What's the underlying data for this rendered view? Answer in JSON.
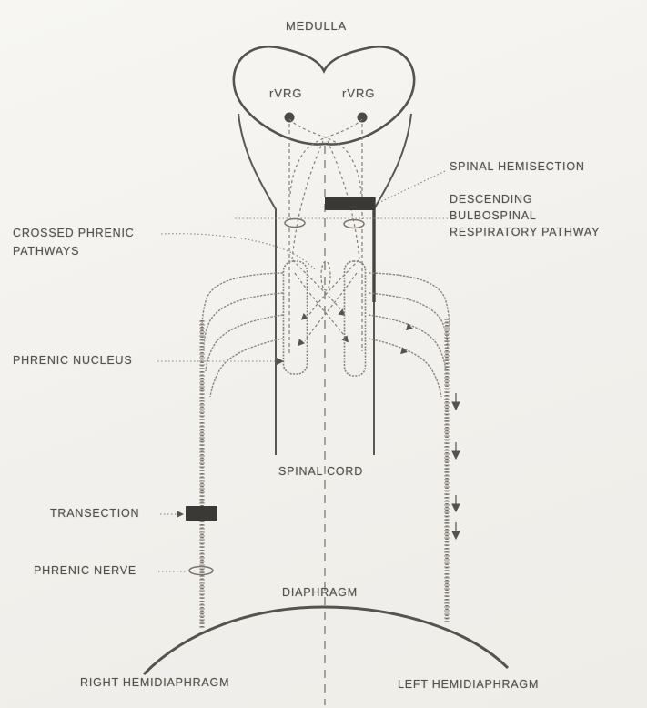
{
  "figure": {
    "type": "anatomical-schematic",
    "subject": "crossed phrenic pathways after spinal hemisection",
    "labels": {
      "medulla": "MEDULLA",
      "rvrg_left": "rVRG",
      "rvrg_right": "rVRG",
      "spinal_hemisection": "SPINAL HEMISECTION",
      "descending_pathway": "DESCENDING\nBULBOSPINAL\nRESPIRATORY PATHWAY",
      "crossed_phrenic": "CROSSED PHRENIC\nPATHWAYS",
      "phrenic_nucleus": "PHRENIC NUCLEUS",
      "spinal_cord": "SPINAL CORD",
      "transection": "TRANSECTION",
      "phrenic_nerve": "PHRENIC NERVE",
      "diaphragm": "DIAPHRAGM",
      "right_hemidiaphragm": "RIGHT HEMIDIAPHRAGM",
      "left_hemidiaphragm": "LEFT HEMIDIAPHRAGM"
    },
    "colors": {
      "background": "#f2f0ec",
      "outline": "#57534d",
      "dashed_pathway": "#837e75",
      "text": "#55514b",
      "lesion_fill": "#3b3936",
      "nerve_band": "#8e8980"
    }
  }
}
